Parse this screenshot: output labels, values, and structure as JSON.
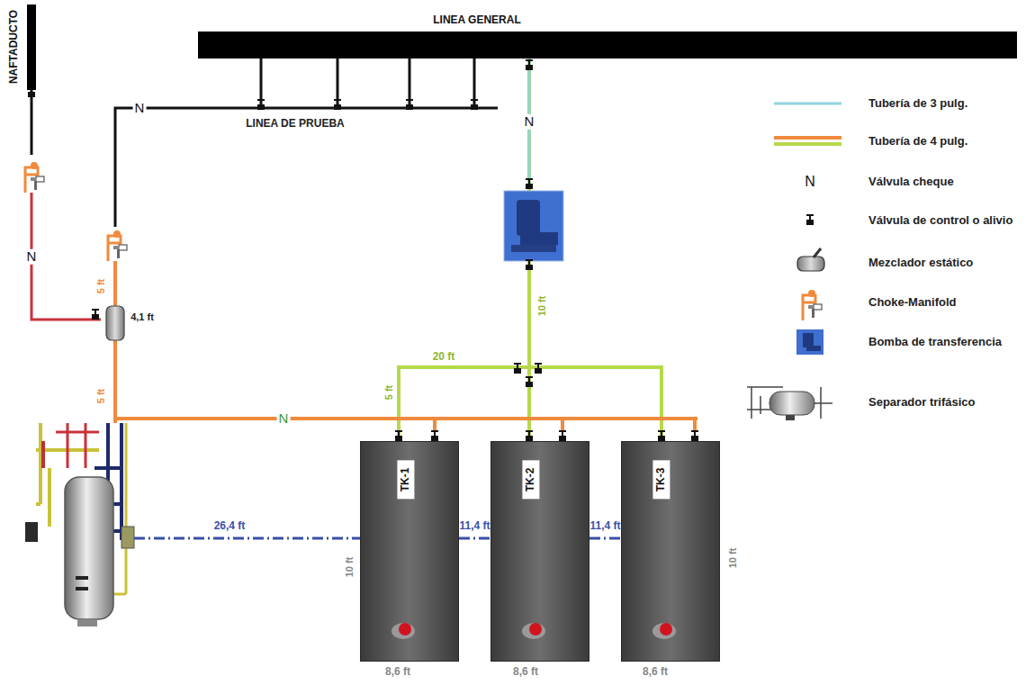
{
  "diagram": {
    "nodes": [
      {
        "text": [
          "NAFTADUCTO"
        ]
      },
      {
        "text": [
          "LINEA GENERAL"
        ]
      },
      {
        "text": [
          "TK-1"
        ]
      },
      {
        "text": [
          "TK-2"
        ]
      },
      {
        "text": [
          "TK-3"
        ]
      }
    ],
    "edges": [
      {
        "from": 2,
        "to": 3,
        "label": "11,4 ft",
        "arrow": "none"
      },
      {
        "from": 3,
        "to": 4,
        "label": "11,4 ft",
        "arrow": "none"
      },
      {
        "from": 2,
        "to": 1,
        "arrow": "none"
      },
      {
        "from": 3,
        "to": 1,
        "arrow": "none"
      },
      {
        "from": 4,
        "to": 1,
        "arrow": "none"
      }
    ],
    "labels": [
      "LINEA DE PRUEBA",
      "N",
      "N",
      "N",
      "N",
      "5 ft",
      "4,1 ft",
      "5 ft",
      "10 ft",
      "20 ft",
      "5 ft",
      "26,4 ft",
      "10 ft",
      "10 ft",
      "8,6 ft",
      "8,6 ft",
      "8,6 ft",
      "N"
    ],
    "legend": [
      {
        "text": "Tubería de 3 pulg."
      },
      {
        "text": "Tubería de 4 pulg."
      },
      {
        "text": "Válvula cheque"
      },
      {
        "text": "Válvula de control o alivio"
      },
      {
        "text": "Mezclador estático"
      },
      {
        "text": "Choke-Manifold"
      },
      {
        "text": "Bomba de transferencia"
      },
      {
        "text": "Separador trifásico"
      }
    ]
  }
}
